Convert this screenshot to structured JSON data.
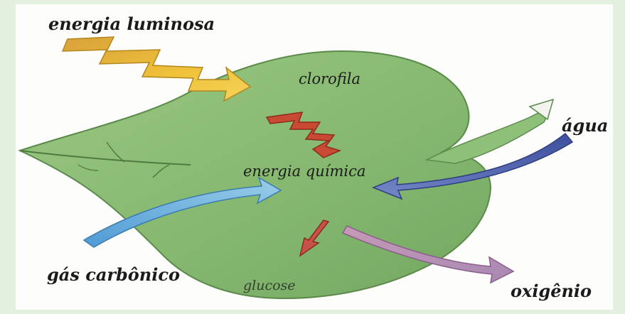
{
  "labels": {
    "light_energy": "energia luminosa",
    "chlorophyll": "clorofila",
    "water": "água",
    "chemical_energy": "energia química",
    "carbon_dioxide": "gás carbônico",
    "glucose": "glucose",
    "oxygen": "oxigênio"
  },
  "colors": {
    "leaf": "#86b870",
    "leaf_dark": "#5f9450",
    "light_arrow": "#e8b52c",
    "chemical_zigzag": "#c63a2a",
    "water_arrow": "#4d5ea8",
    "co2_arrow": "#5fa3d6",
    "oxygen_arrow": "#b88aa8",
    "glucose_arrow": "#c8524a",
    "background": "#e4f0df"
  }
}
